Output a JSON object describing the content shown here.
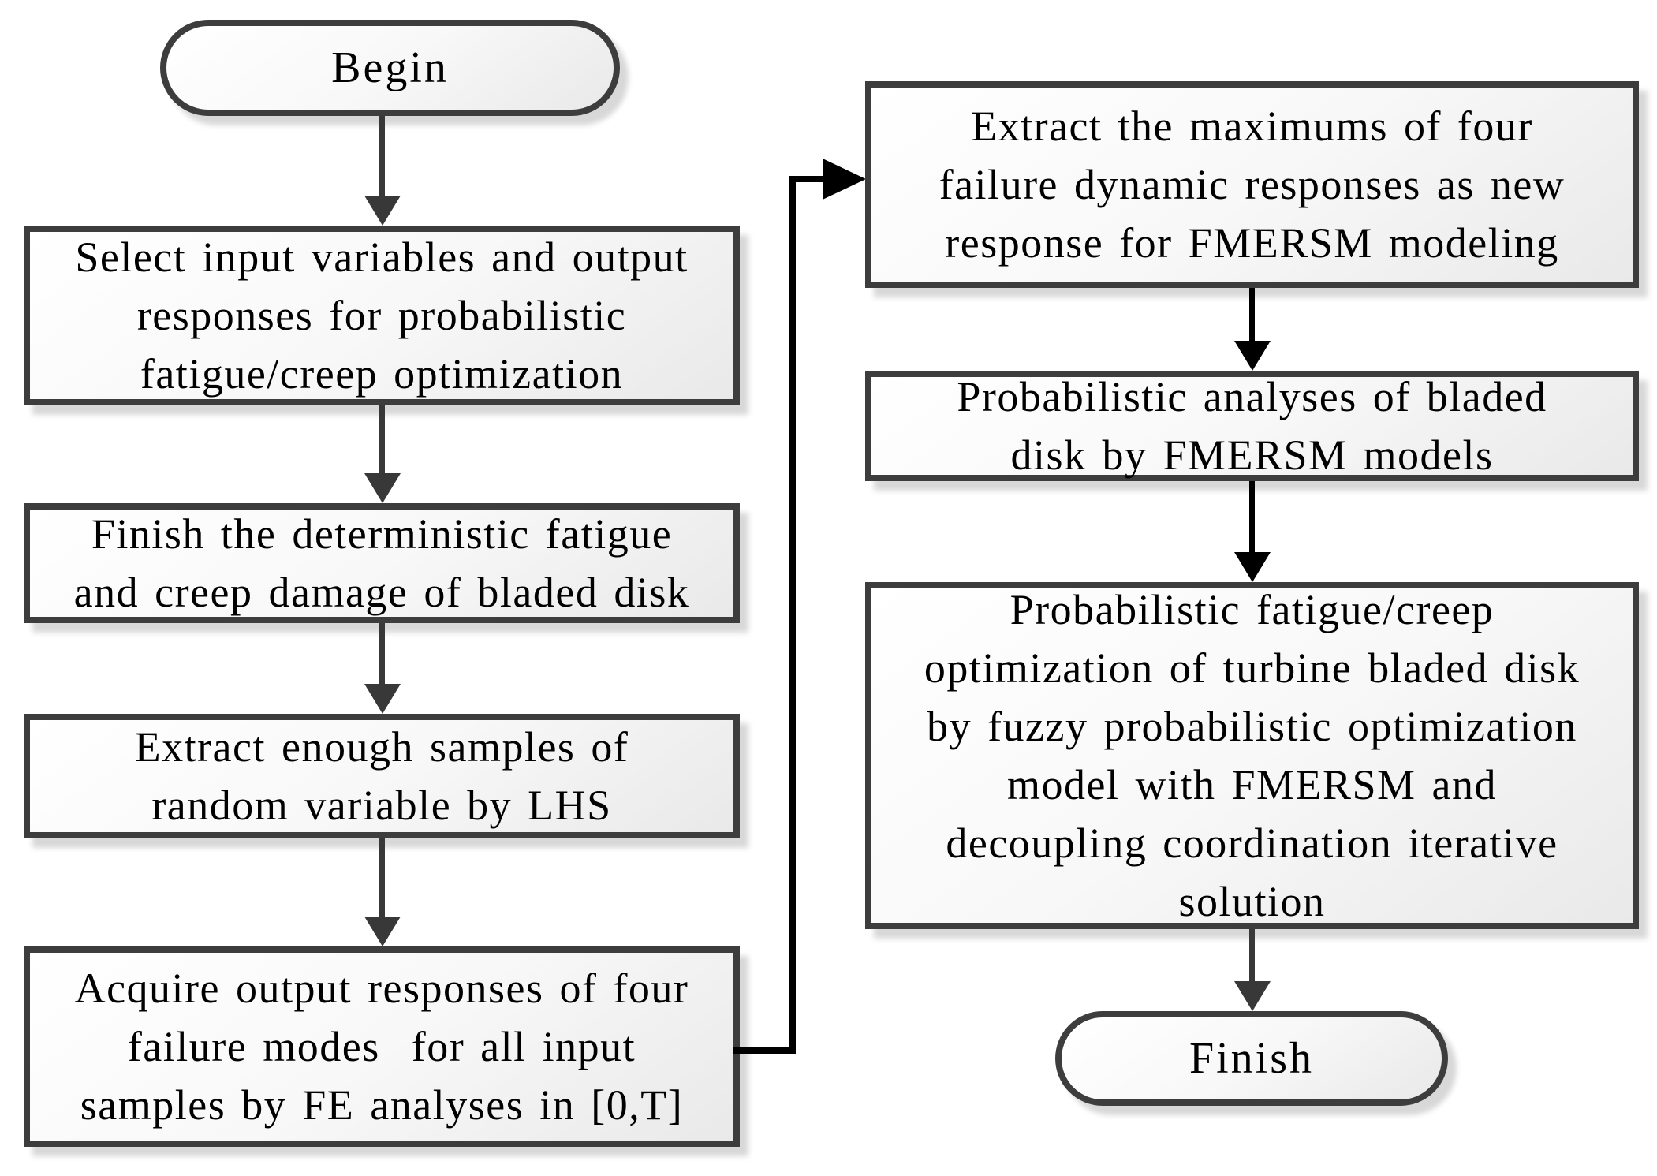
{
  "flowchart": {
    "title_hint": "probabilistic fatigue/creep optimization flowchart",
    "start": {
      "label": "Begin"
    },
    "end": {
      "label": "Finish"
    },
    "left_column": [
      {
        "id": "select-inputs",
        "lines": [
          "Select input variables and output",
          "responses for probabilistic",
          "fatigue/creep optimization"
        ]
      },
      {
        "id": "deterministic-damage",
        "lines": [
          "Finish the deterministic fatigue",
          "and creep damage of bladed disk"
        ]
      },
      {
        "id": "extract-samples",
        "lines": [
          "Extract enough samples of",
          "random variable by LHS"
        ]
      },
      {
        "id": "acquire-responses",
        "lines": [
          "Acquire output responses of four",
          "failure modes  for all input",
          "samples by FE analyses in [0,T]"
        ]
      }
    ],
    "right_column": [
      {
        "id": "extract-maximums",
        "lines": [
          "Extract the maximums of four",
          "failure dynamic responses as new",
          "response for FMERSM modeling"
        ]
      },
      {
        "id": "probabilistic-analyses",
        "lines": [
          "Probabilistic analyses of bladed",
          "disk by FMERSM models"
        ]
      },
      {
        "id": "probabilistic-optimization",
        "lines": [
          "Probabilistic fatigue/creep",
          "optimization of turbine bladed disk",
          "by fuzzy probabilistic optimization",
          "model with FMERSM and",
          "decoupling coordination iterative",
          "solution"
        ]
      }
    ],
    "colors": {
      "node_border": "#3d3d3d",
      "node_fill_light": "#ffffff",
      "node_fill_dark": "#e9e9e9",
      "arrow": "#383838",
      "connector": "#000000",
      "shadow": "#d8d8d8",
      "text": "#000000",
      "background": "#ffffff"
    }
  }
}
